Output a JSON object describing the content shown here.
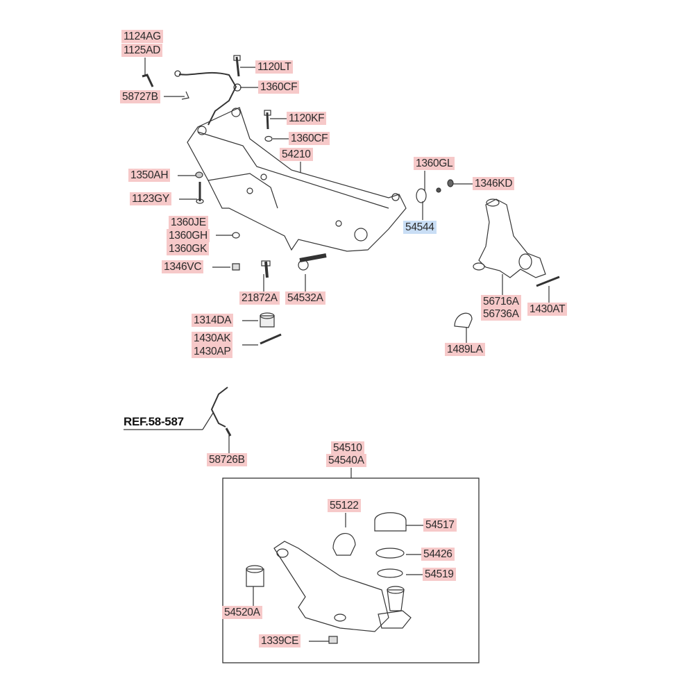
{
  "labels": {
    "p1124AG": "1124AG",
    "p1125AD": "1125AD",
    "p1120LT": "1120LT",
    "p1360CF_a": "1360CF",
    "p58727B": "58727B",
    "p1120KF": "1120KF",
    "p1360CF_b": "1360CF",
    "p54210": "54210",
    "p1350AH": "1350AH",
    "p1123GY": "1123GY",
    "p1360JE": "1360JE",
    "p1360GH": "1360GH",
    "p1360GK": "1360GK",
    "p1346VC": "1346VC",
    "p21872A": "21872A",
    "p54532A": "54532A",
    "p1314DA": "1314DA",
    "p1430AK": "1430AK",
    "p1430AP": "1430AP",
    "p1360GL": "1360GL",
    "p1346KD": "1346KD",
    "p54544": "54544",
    "p56716A": "56716A",
    "p56736A": "56736A",
    "p1430AT": "1430AT",
    "p1489LA": "1489LA",
    "p58726B": "58726B",
    "p54510": "54510",
    "p54540A": "54540A",
    "p55122": "55122",
    "p54517": "54517",
    "p54426": "54426",
    "p54519": "54519",
    "p54520A": "54520A",
    "p1339CE": "1339CE"
  },
  "reference": "REF.58-587",
  "colors": {
    "label_bg": "#f6c9c9",
    "highlight_bg": "#c9def5",
    "line": "#333333"
  }
}
